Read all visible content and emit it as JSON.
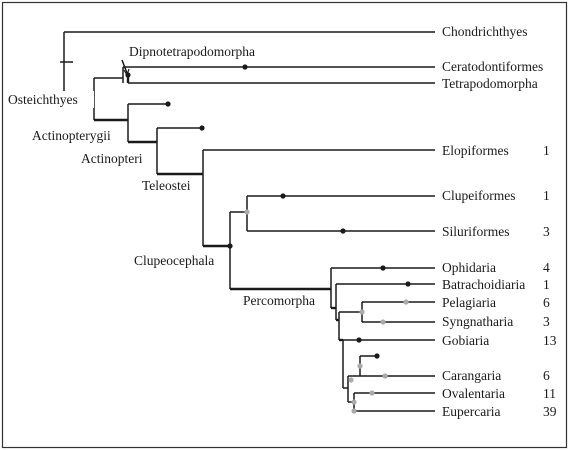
{
  "taxa": [
    {
      "name": "Chondrichthyes",
      "count": ""
    },
    {
      "name": "Ceratodontiformes",
      "count": ""
    },
    {
      "name": "Tetrapodomorpha",
      "count": ""
    },
    {
      "name": "Elopiformes",
      "count": "1"
    },
    {
      "name": "Clupeiformes",
      "count": "1"
    },
    {
      "name": "Siluriformes",
      "count": "3"
    },
    {
      "name": "Ophidaria",
      "count": "4"
    },
    {
      "name": "Batrachoidiaria",
      "count": "1"
    },
    {
      "name": "Pelagiaria",
      "count": "6"
    },
    {
      "name": "Syngnatharia",
      "count": "3"
    },
    {
      "name": "Gobiaria",
      "count": "13"
    },
    {
      "name": "Carangaria",
      "count": "6"
    },
    {
      "name": "Ovalentaria",
      "count": "11"
    },
    {
      "name": "Eupercaria",
      "count": "39"
    }
  ],
  "clades": {
    "osteichthyes": "Osteichthyes",
    "dipnotetrapodomorpha": "Dipnotetrapodomorpha",
    "actinopterygii": "Actinopterygii",
    "actinopteri": "Actinopteri",
    "teleostei": "Teleostei",
    "clupeocephala": "Clupeocephala",
    "percomorpha": "Percomorpha"
  },
  "colors": {
    "line": "#1a1a1a",
    "node_black": "#1a1a1a",
    "node_gray": "#aaaaaa",
    "frame": "#333333"
  }
}
